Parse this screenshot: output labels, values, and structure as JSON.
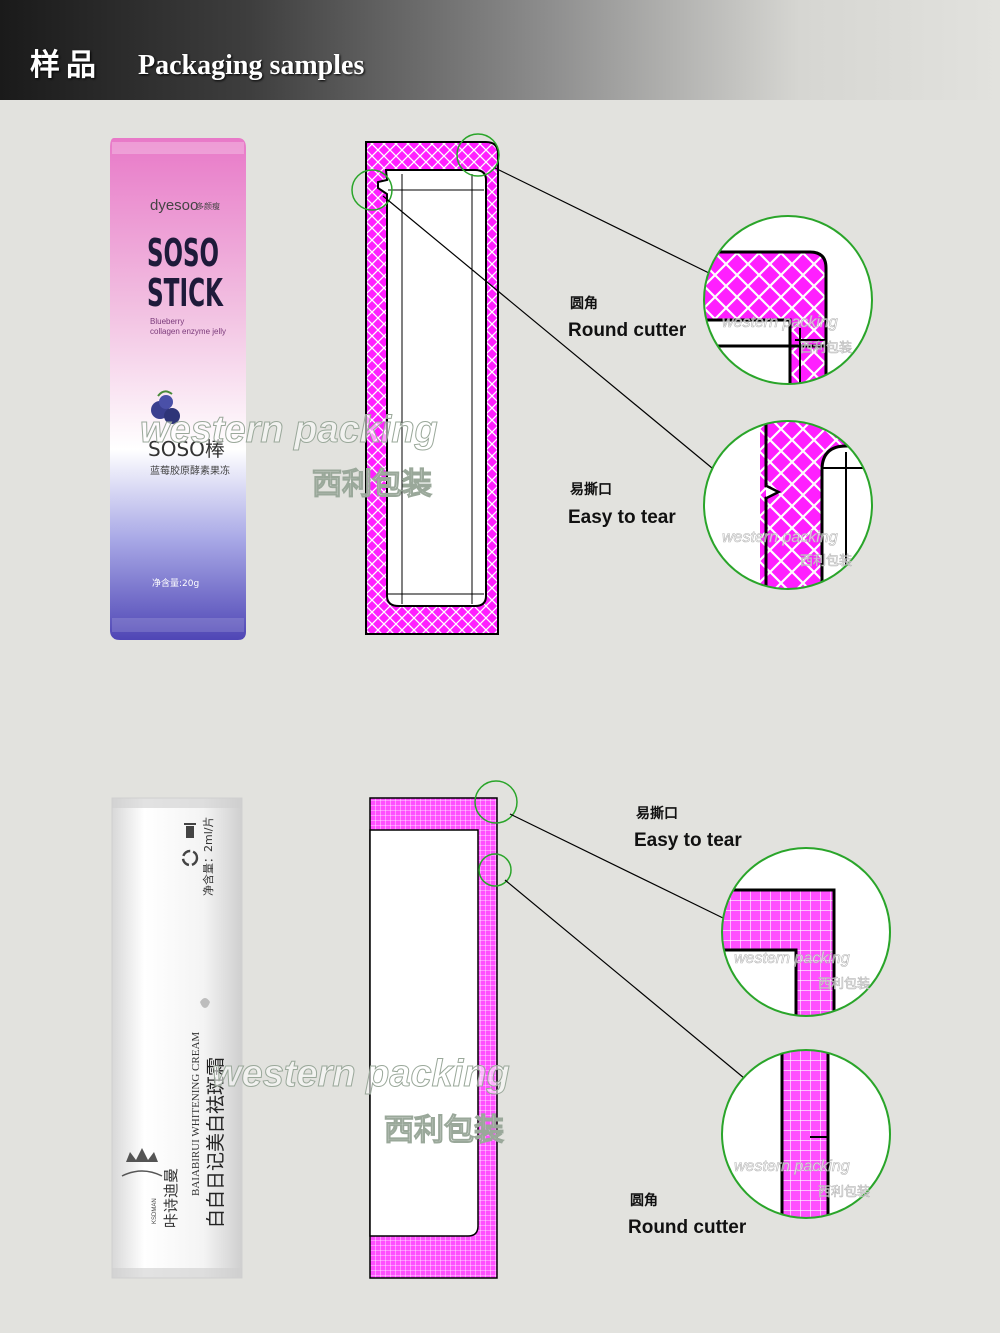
{
  "header": {
    "title_zh": "样品",
    "title_en": "Packaging samples"
  },
  "colors": {
    "magenta": "#ff1fff",
    "circle_green": "#2aa52a",
    "line": "#000000"
  },
  "sample1": {
    "brand": "dyesoo",
    "brand_zh": "多颜瘦",
    "product_line1": "SOSO",
    "product_line2": "STICK",
    "desc_line1": "Blueberry",
    "desc_line2": "collagen enzyme jelly",
    "sub_name": "SOSO棒",
    "sub_desc_zh": "蓝莓胶原酵素果冻",
    "net_weight": "净含量:20g",
    "fruit_icon": "blueberry-icon",
    "labels": {
      "round_cutter_zh": "圆角",
      "round_cutter_en": "Round cutter",
      "easy_tear_zh": "易撕口",
      "easy_tear_en": "Easy to tear"
    }
  },
  "sample2": {
    "brand_zh": "咔诗迪曼",
    "brand_en": "KSDMAN",
    "product_zh": "白白日记美白祛斑霜",
    "product_en": "BAIABIRUI WHITENING CREAM",
    "net_weight": "净含量：2ml/片",
    "recycle_icon": "recycle-icon",
    "labels": {
      "easy_tear_zh": "易撕口",
      "easy_tear_en": "Easy to tear",
      "round_cutter_zh": "圆角",
      "round_cutter_en": "Round cutter"
    }
  },
  "watermark": {
    "en": "western packing",
    "zh": "西利包装"
  }
}
